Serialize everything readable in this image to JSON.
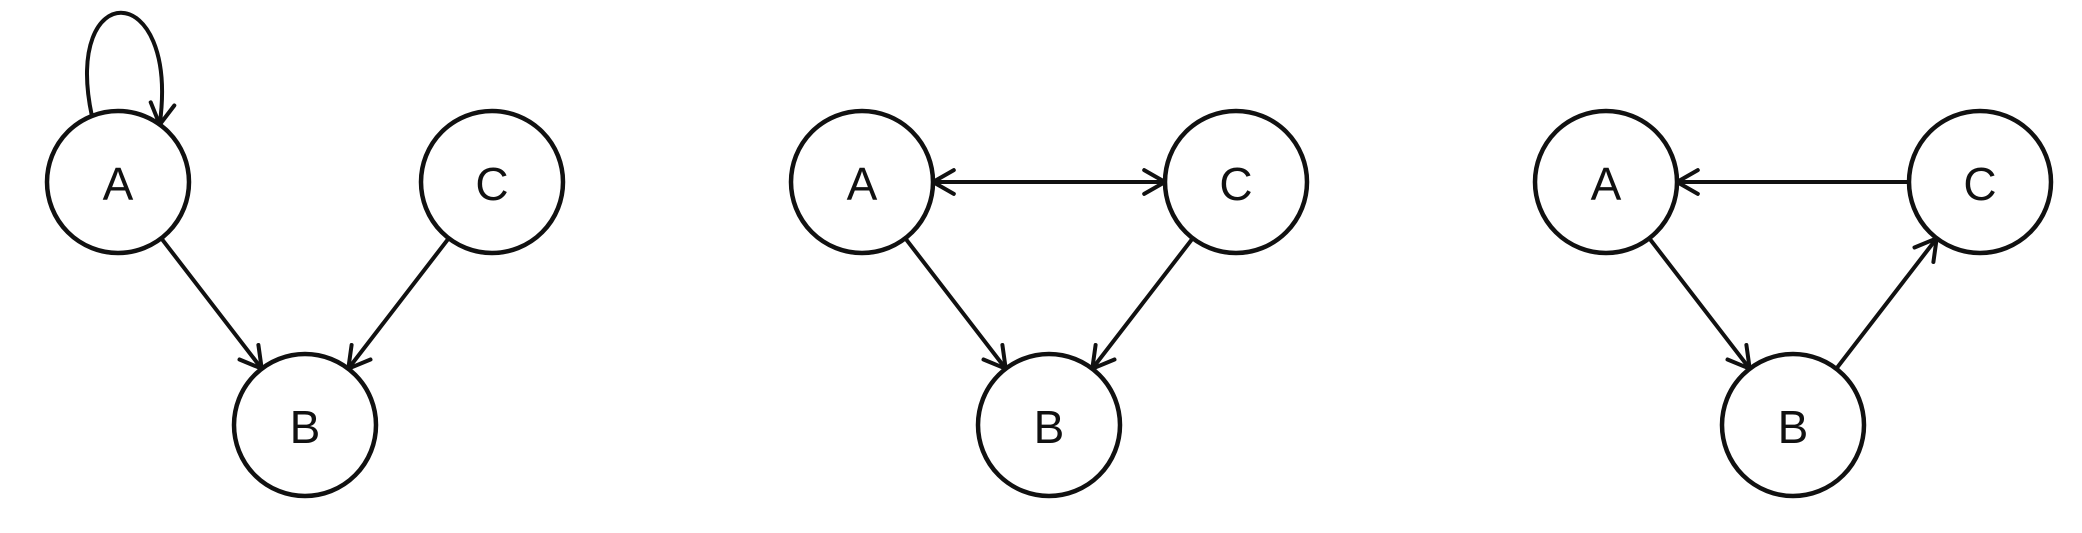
{
  "diagrams": [
    {
      "nodes": [
        {
          "id": "A",
          "label": "A"
        },
        {
          "id": "B",
          "label": "B"
        },
        {
          "id": "C",
          "label": "C"
        }
      ],
      "edges": [
        {
          "from": "A",
          "to": "A",
          "kind": "self-loop"
        },
        {
          "from": "A",
          "to": "B",
          "kind": "directed"
        },
        {
          "from": "C",
          "to": "B",
          "kind": "directed"
        }
      ]
    },
    {
      "nodes": [
        {
          "id": "A",
          "label": "A"
        },
        {
          "id": "B",
          "label": "B"
        },
        {
          "id": "C",
          "label": "C"
        }
      ],
      "edges": [
        {
          "from": "A",
          "to": "C",
          "kind": "bidirectional"
        },
        {
          "from": "A",
          "to": "B",
          "kind": "directed"
        },
        {
          "from": "C",
          "to": "B",
          "kind": "directed"
        }
      ]
    },
    {
      "nodes": [
        {
          "id": "A",
          "label": "A"
        },
        {
          "id": "B",
          "label": "B"
        },
        {
          "id": "C",
          "label": "C"
        }
      ],
      "edges": [
        {
          "from": "C",
          "to": "A",
          "kind": "directed"
        },
        {
          "from": "A",
          "to": "B",
          "kind": "directed"
        },
        {
          "from": "B",
          "to": "C",
          "kind": "directed"
        }
      ]
    }
  ],
  "colors": {
    "stroke": "#111111",
    "background": "#ffffff"
  }
}
